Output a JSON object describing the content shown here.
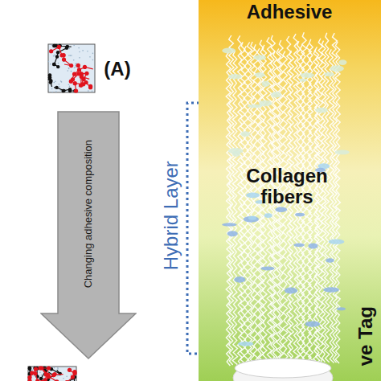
{
  "diagram": {
    "nodes": [
      {
        "text": [
          "Adhesive",
          "Collagen fibers",
          "ve Tag"
        ]
      },
      {
        "text": [
          "Changing adhesive composition"
        ]
      }
    ],
    "labels": [
      "(A)",
      "Hybrid Layer"
    ]
  }
}
